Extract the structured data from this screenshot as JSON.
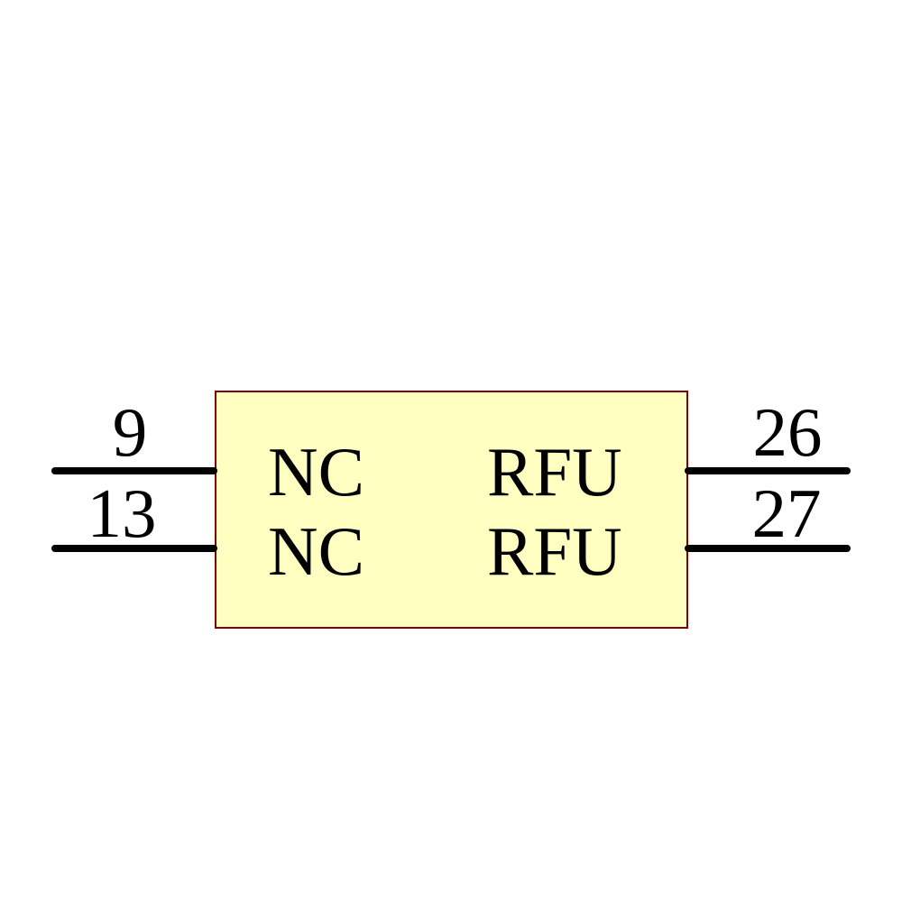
{
  "diagram": {
    "type": "schematic-symbol",
    "component": {
      "left_pins": [
        {
          "number": "9",
          "name": "NC"
        },
        {
          "number": "13",
          "name": "NC"
        }
      ],
      "right_pins": [
        {
          "number": "26",
          "name": "RFU"
        },
        {
          "number": "27",
          "name": "RFU"
        }
      ]
    },
    "colors": {
      "body_fill": "#FFFFC2",
      "body_border": "#800000",
      "pin_color": "#000000",
      "background": "#FFFFFF"
    }
  }
}
